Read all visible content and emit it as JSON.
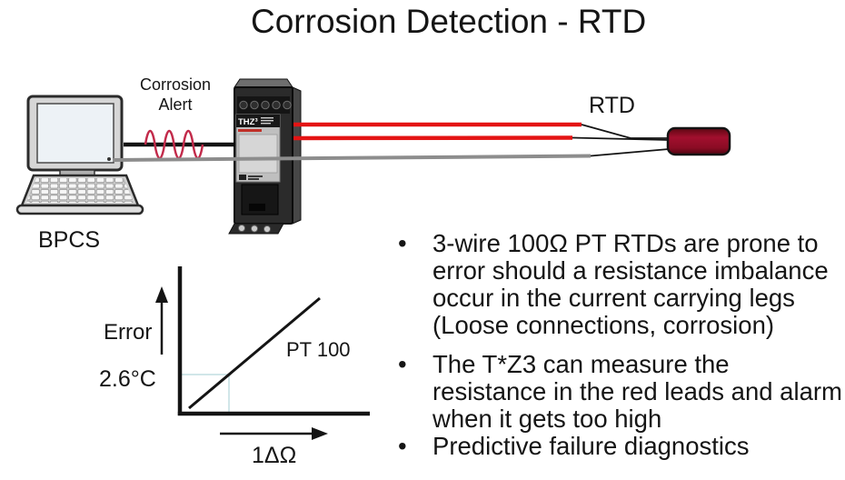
{
  "slide": {
    "title": "Corrosion Detection - RTD"
  },
  "diagram": {
    "bpcs_label": "BPCS",
    "alert_label": "Corrosion\nAlert",
    "rtd_label": "RTD",
    "device_label": "THZ³",
    "colors": {
      "sense_lead_red": "#e41414",
      "return_lead_gray": "#8d8d8d",
      "signal_wire_black": "#141414",
      "alert_wave_red": "#c22a4a",
      "rtd_body_red": "#8e0e22"
    }
  },
  "graph": {
    "type": "line",
    "ylabel": "Error",
    "xlabel": "1ΔΩ",
    "series_label": "PT 100",
    "threshold_label": "2.6°C"
  },
  "bullets": {
    "marker": "•",
    "items": [
      {
        "text": "3-wire 100Ω PT RTDs are prone to\nerror should a resistance imbalance\noccur in the current carrying legs\n(Loose connections, corrosion)"
      },
      {
        "text": "The T*Z3 can measure the\nresistance in the red leads and alarm\nwhen it gets too high"
      },
      {
        "text": "Predictive failure diagnostics"
      }
    ]
  }
}
